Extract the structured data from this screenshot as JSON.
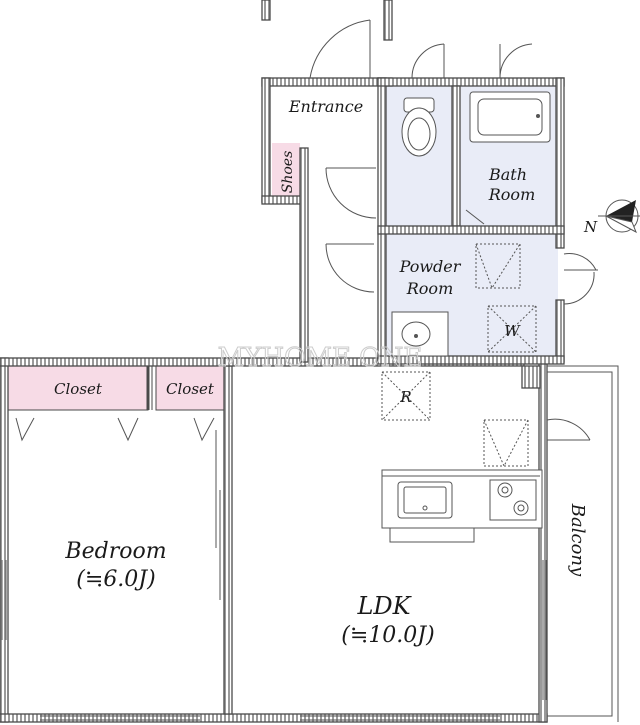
{
  "rooms": {
    "entrance": "Entrance",
    "shoes": "Shoes",
    "bath_line1": "Bath",
    "bath_line2": "Room",
    "powder_line1": "Powder",
    "powder_line2": "Room",
    "closet_left": "Closet",
    "closet_right": "Closet",
    "bedroom_name": "Bedroom",
    "bedroom_size": "(≒6.0J)",
    "ldk_name": "LDK",
    "ldk_size": "(≒10.0J)",
    "balcony": "Balcony"
  },
  "symbols": {
    "washer": "W",
    "fridge": "R",
    "compass_north": "N"
  },
  "watermark": "MYHOME ONE",
  "colors": {
    "wet_area_fill": "#e9ecf7",
    "closet_fill": "#f7dbe6",
    "wall": "#4a4a4a",
    "hatch": "#9a9a9a"
  }
}
